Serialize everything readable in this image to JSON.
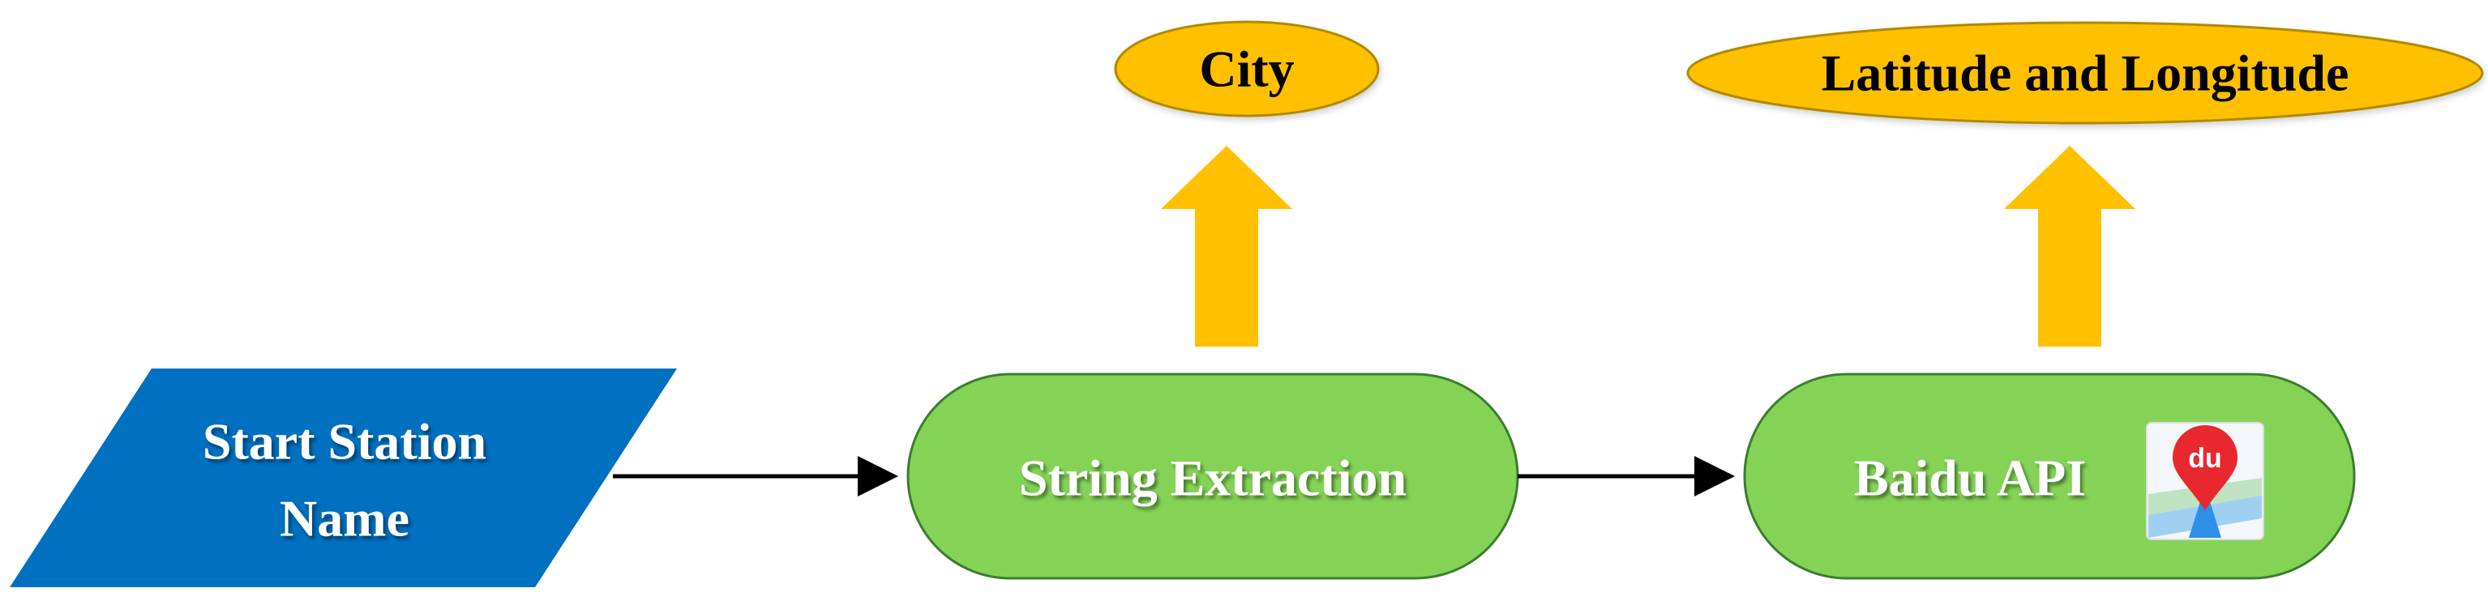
{
  "nodes": {
    "start_station": {
      "line1": "Start Station",
      "line2": "Name",
      "color": "#0070C0"
    },
    "string_extraction": {
      "label": "String Extraction",
      "color": "#84D356"
    },
    "baidu_api": {
      "label": "Baidu API",
      "icon": "baidu-maps-icon",
      "icon_text": "du",
      "color": "#84D356"
    },
    "city": {
      "label": "City",
      "color": "#FFC000"
    },
    "lat_long": {
      "label": "Latitude and Longitude",
      "color": "#FFC000"
    }
  },
  "colors": {
    "output_arrow": "#FFC000",
    "flow_arrow": "#000000",
    "node_border": "#3A7D2E",
    "ellipse_border": "#B08A00"
  }
}
